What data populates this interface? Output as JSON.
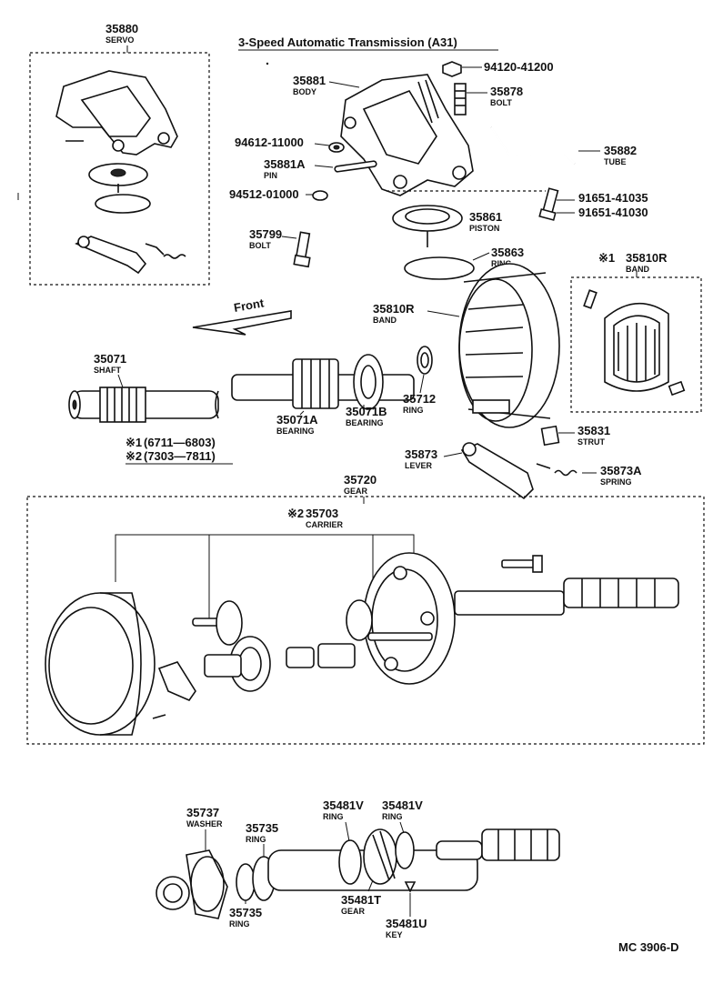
{
  "title": "3-Speed Automatic Transmission (A31)",
  "diagram_code": "MC 3906-D",
  "front_label": "Front",
  "notes": [
    {
      "mark": "※1",
      "text": "(6711—6803)"
    },
    {
      "mark": "※2",
      "text": "(7303—7811)"
    }
  ],
  "callouts": {
    "servo": {
      "number": "35880",
      "name": "SERVO"
    },
    "body": {
      "number": "35881",
      "name": "BODY"
    },
    "nut": {
      "number": "94120-41200",
      "name": ""
    },
    "bolt_35878": {
      "number": "35878",
      "name": "BOLT"
    },
    "washer_94612": {
      "number": "94612-11000",
      "name": ""
    },
    "pin": {
      "number": "35881A",
      "name": "PIN"
    },
    "tube": {
      "number": "35882",
      "name": "TUBE"
    },
    "nut_94512": {
      "number": "94512-01000",
      "name": ""
    },
    "bolt_91651a": {
      "number": "91651-41035",
      "name": ""
    },
    "bolt_91651b": {
      "number": "91651-41030",
      "name": ""
    },
    "piston": {
      "number": "35861",
      "name": "PISTON"
    },
    "bolt_35799": {
      "number": "35799",
      "name": "BOLT"
    },
    "ring_35863": {
      "number": "35863",
      "name": "RING"
    },
    "band_alt": {
      "mark": "※1",
      "number": "35810R",
      "name": "BAND"
    },
    "band": {
      "number": "35810R",
      "name": "BAND"
    },
    "shaft": {
      "number": "35071",
      "name": "SHAFT"
    },
    "bearing_a": {
      "number": "35071A",
      "name": "BEARING"
    },
    "bearing_b": {
      "number": "35071B",
      "name": "BEARING"
    },
    "ring_35712": {
      "number": "35712",
      "name": "RING"
    },
    "strut": {
      "number": "35831",
      "name": "STRUT"
    },
    "lever": {
      "number": "35873",
      "name": "LEVER"
    },
    "spring": {
      "number": "35873A",
      "name": "SPRING"
    },
    "gear": {
      "number": "35720",
      "name": "GEAR"
    },
    "carrier": {
      "mark": "※2",
      "number": "35703",
      "name": "CARRIER"
    },
    "washer_35737": {
      "number": "35737",
      "name": "WASHER"
    },
    "ring_35735_top": {
      "number": "35735",
      "name": "RING"
    },
    "ring_35735_bottom": {
      "number": "35735",
      "name": "RING"
    },
    "ring_35481v_left": {
      "number": "35481V",
      "name": "RING"
    },
    "ring_35481v_right": {
      "number": "35481V",
      "name": "RING"
    },
    "gear_35481t": {
      "number": "35481T",
      "name": "GEAR"
    },
    "key_35481u": {
      "number": "35481U",
      "name": "KEY"
    }
  }
}
